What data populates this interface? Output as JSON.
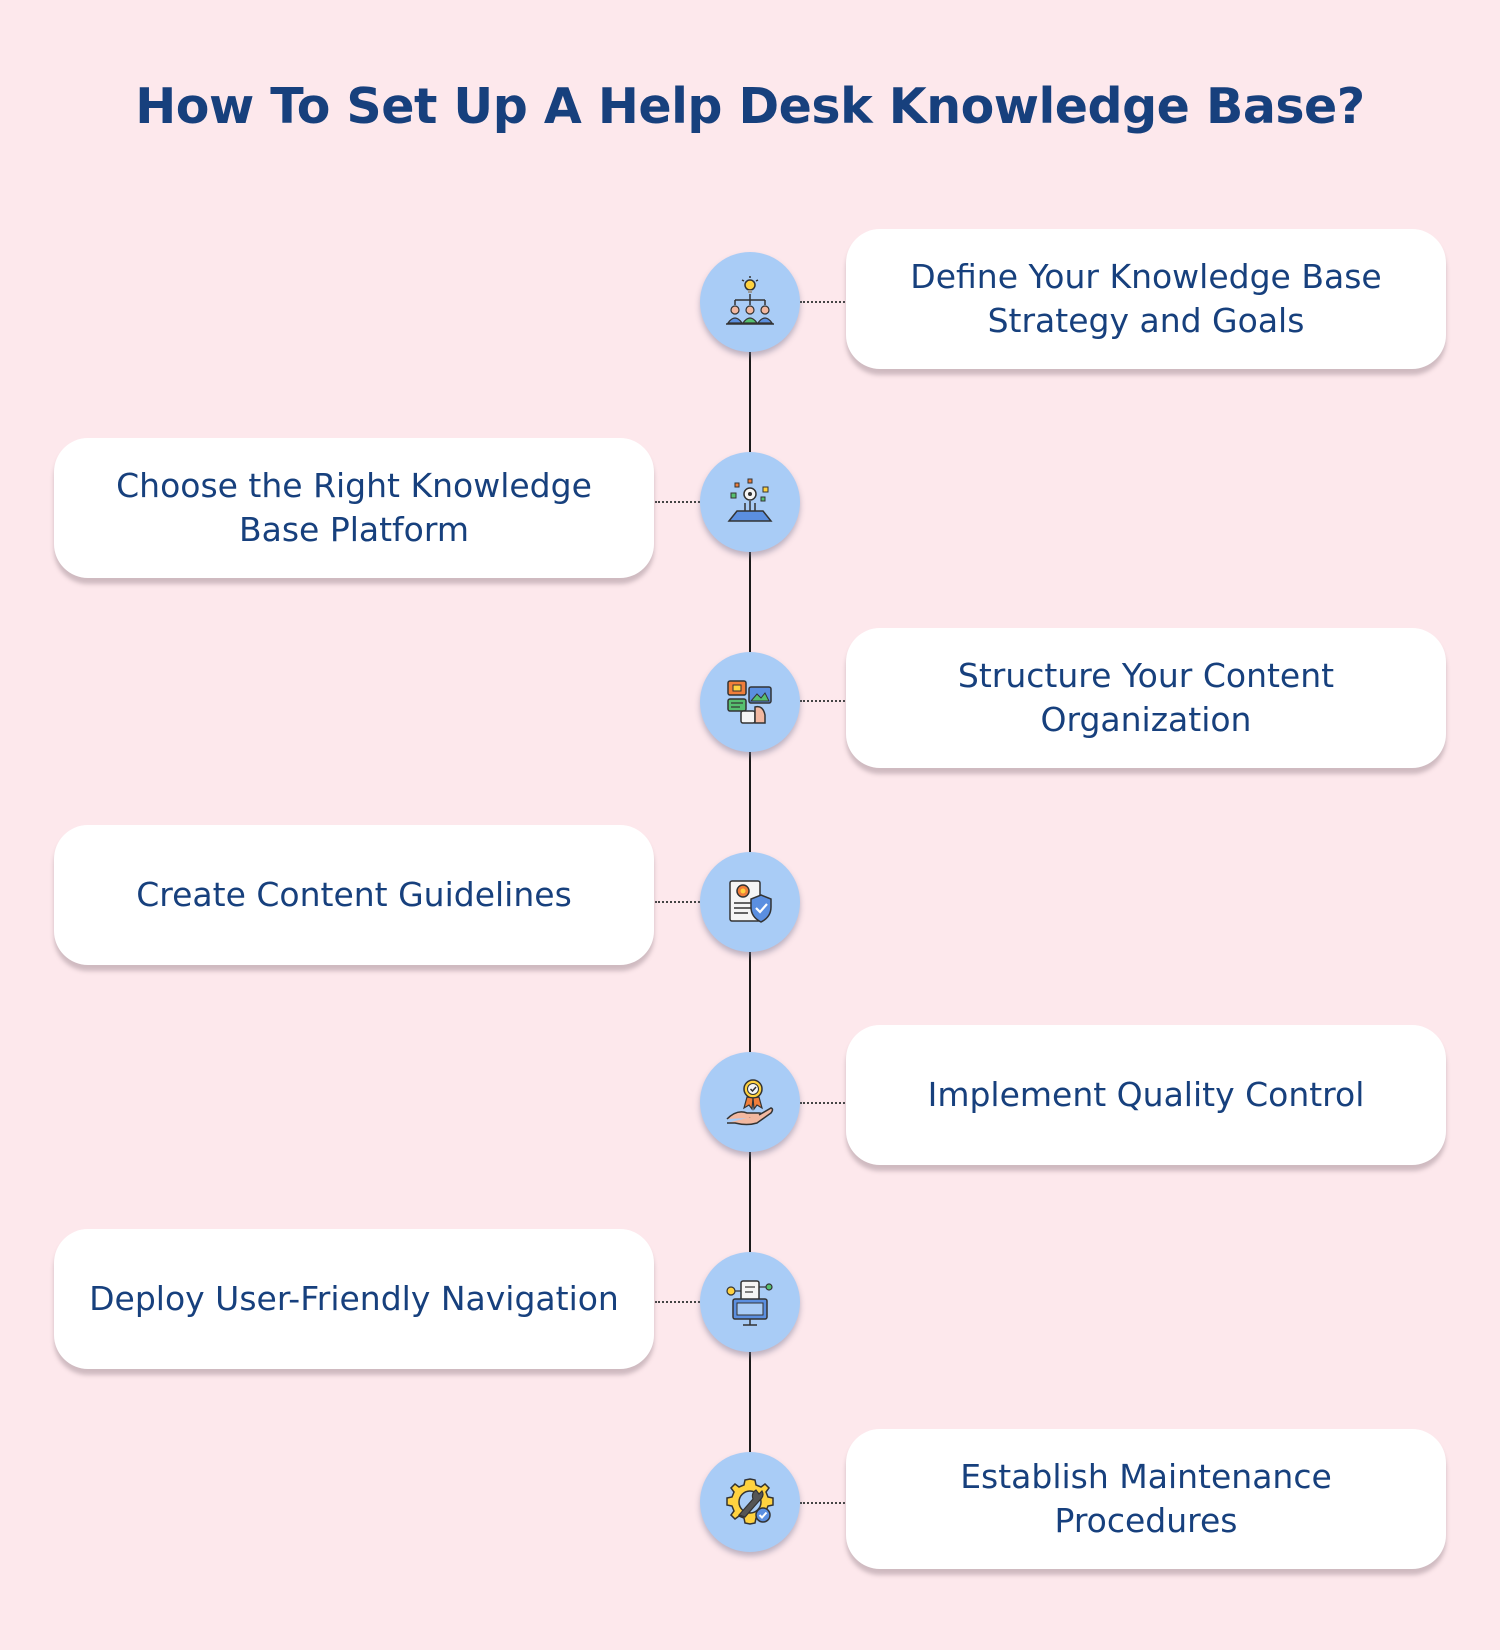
{
  "title": "How To Set Up A Help Desk Knowledge Base?",
  "colors": {
    "background": "#fde8ec",
    "text": "#17407d",
    "node": "#a9ccf6",
    "card": "#ffffff"
  },
  "steps": [
    {
      "label": "Define Your Knowledge Base Strategy and Goals",
      "icon": "team-idea-icon"
    },
    {
      "label": "Choose the Right Knowledge Base Platform",
      "icon": "platform-gear-icon"
    },
    {
      "label": "Structure Your Content Organization",
      "icon": "content-media-icon"
    },
    {
      "label": "Create Content Guidelines",
      "icon": "document-shield-icon"
    },
    {
      "label": "Implement Quality Control",
      "icon": "hand-badge-icon"
    },
    {
      "label": "Deploy User-Friendly Navigation",
      "icon": "navigation-device-icon"
    },
    {
      "label": "Establish Maintenance Procedures",
      "icon": "wrench-gear-icon"
    }
  ]
}
